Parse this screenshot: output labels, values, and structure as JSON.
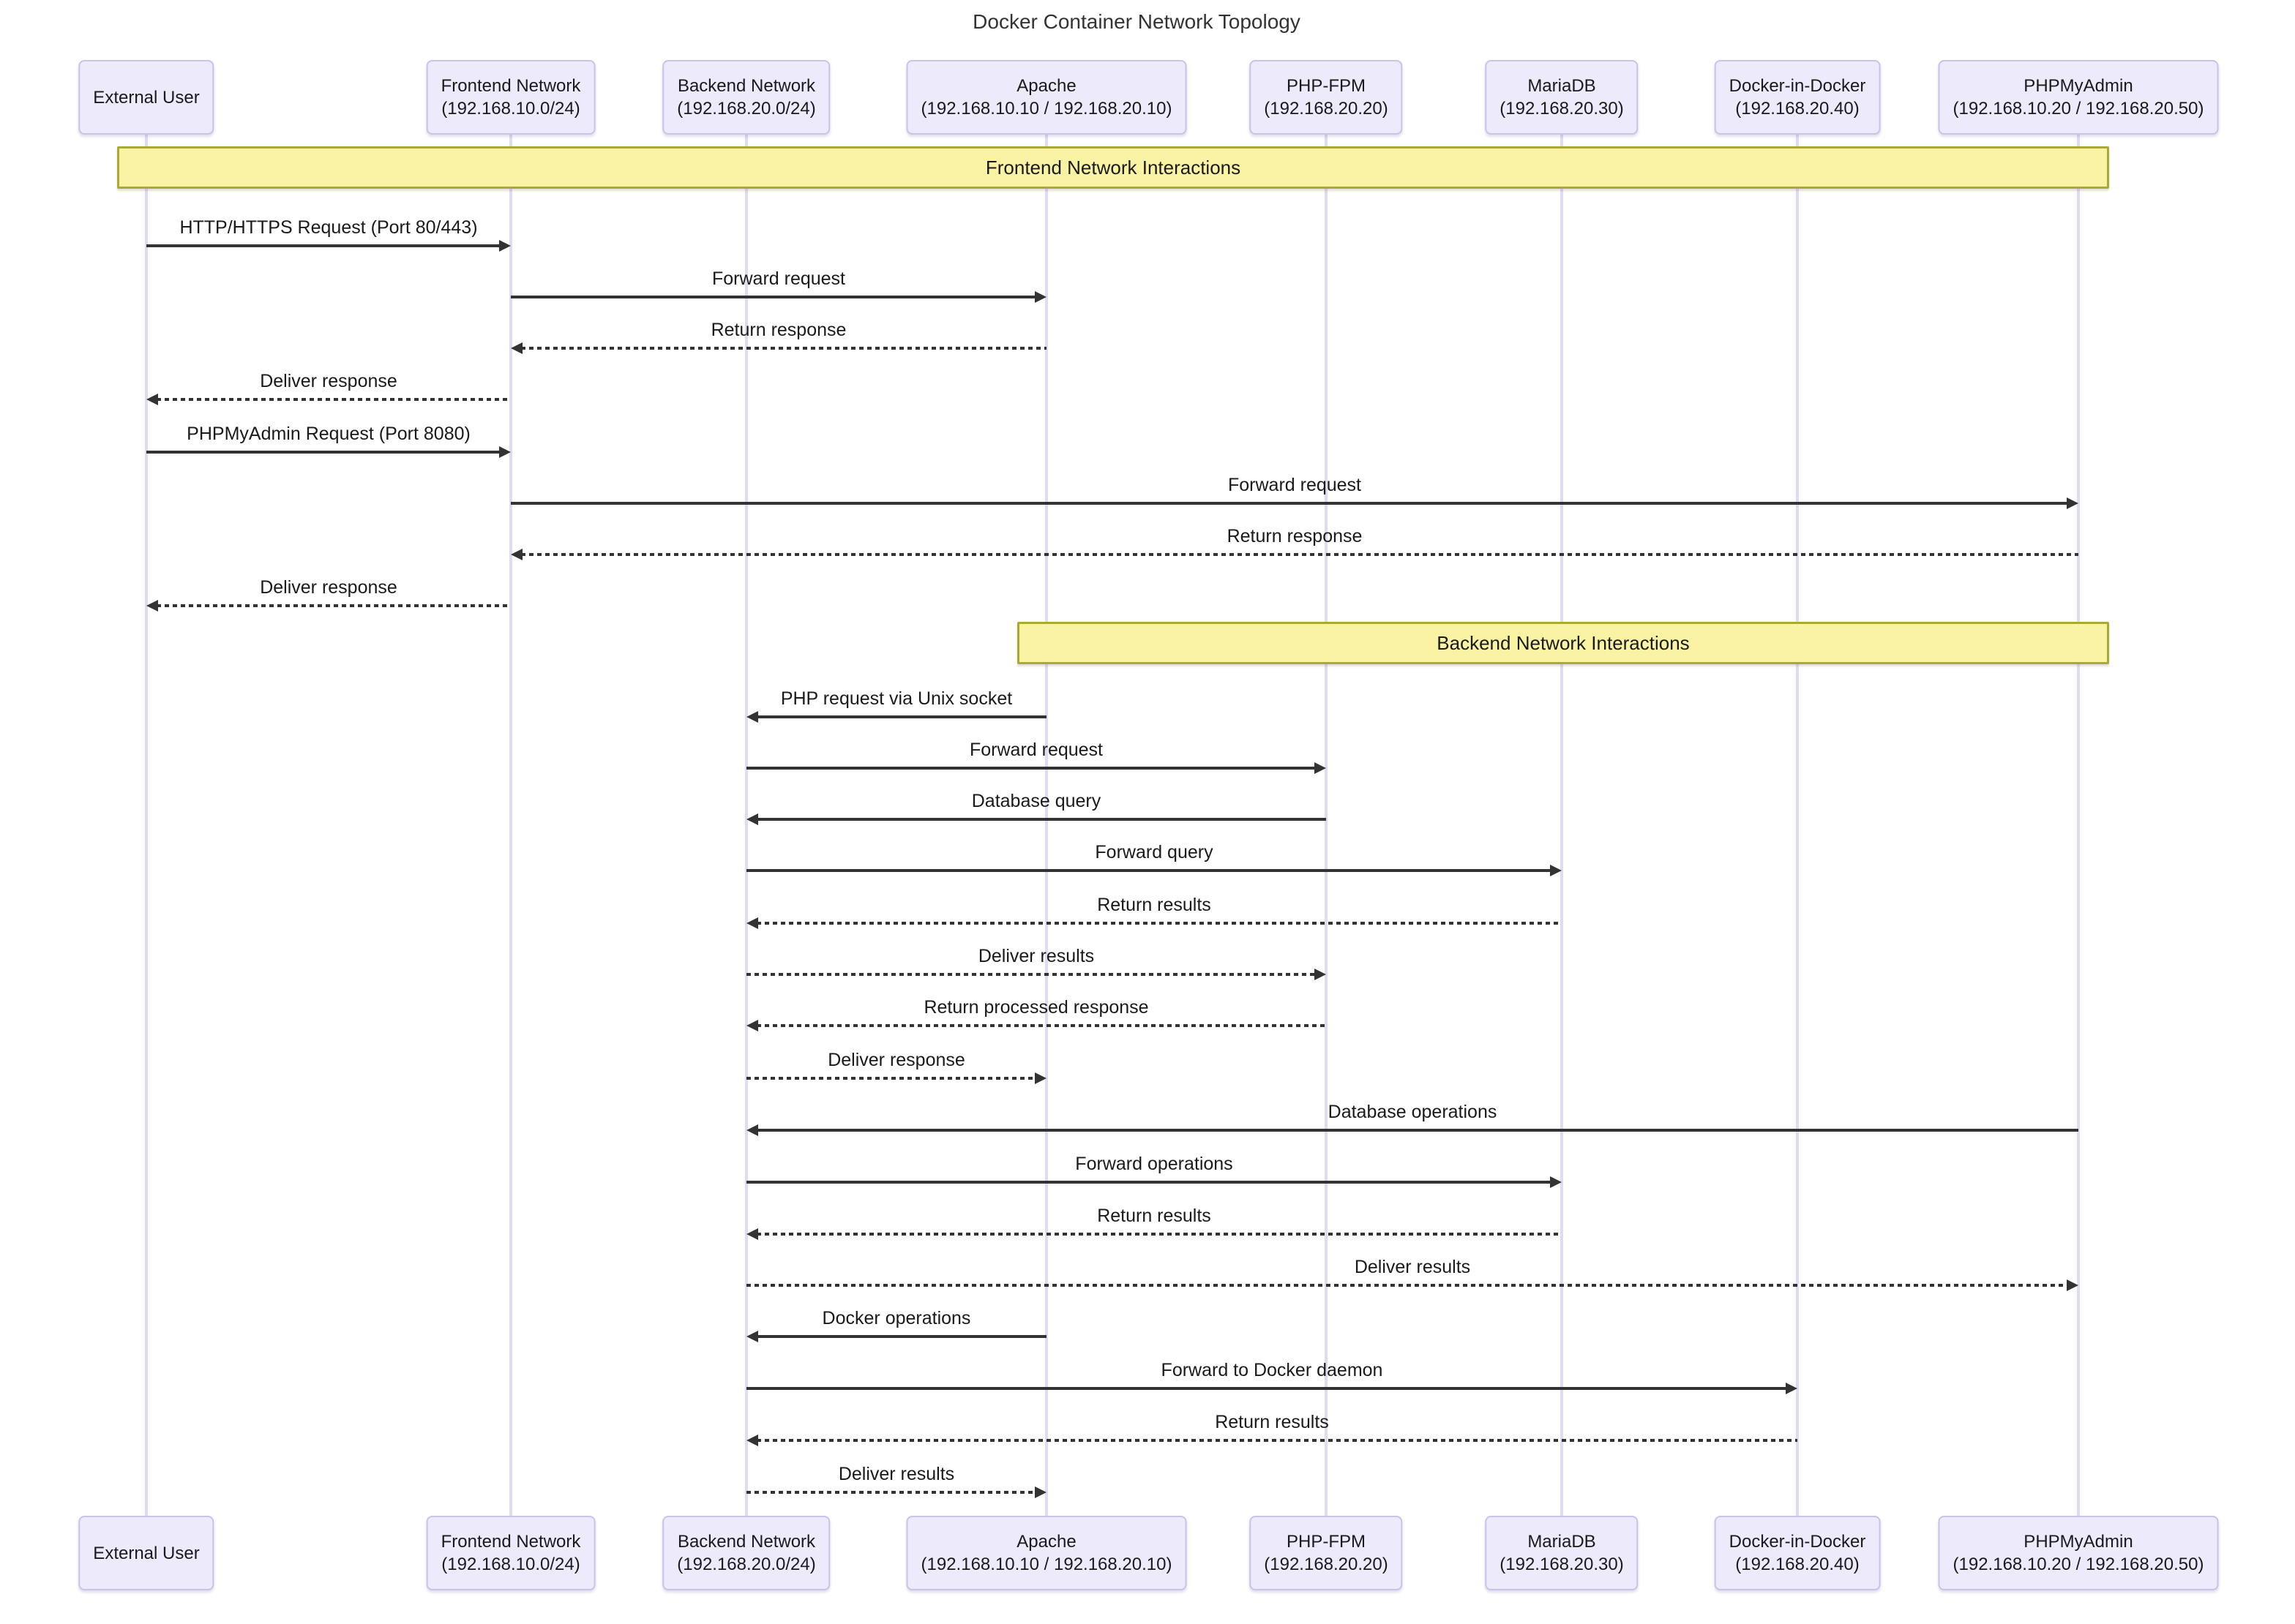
{
  "title": "Docker Container Network Topology",
  "colors": {
    "actor_fill": "#ECEAFB",
    "actor_border": "#C8C2EE",
    "note_fill": "#FBF3A4",
    "note_border": "#A9A936",
    "lifeline": "#E0DAF2",
    "arrow": "#333333",
    "text": "#1A1A1A",
    "title": "#333333"
  },
  "actors": [
    {
      "id": "external-user",
      "name": "External User",
      "subtitle": ""
    },
    {
      "id": "frontend-network",
      "name": "Frontend Network",
      "subtitle": "(192.168.10.0/24)"
    },
    {
      "id": "backend-network",
      "name": "Backend Network",
      "subtitle": "(192.168.20.0/24)"
    },
    {
      "id": "apache",
      "name": "Apache",
      "subtitle": "(192.168.10.10 / 192.168.20.10)"
    },
    {
      "id": "php-fpm",
      "name": "PHP-FPM",
      "subtitle": "(192.168.20.20)"
    },
    {
      "id": "mariadb",
      "name": "MariaDB",
      "subtitle": "(192.168.20.30)"
    },
    {
      "id": "docker-in-docker",
      "name": "Docker-in-Docker",
      "subtitle": "(192.168.20.40)"
    },
    {
      "id": "phpmyadmin",
      "name": "PHPMyAdmin",
      "subtitle": "(192.168.10.20 / 192.168.20.50)"
    }
  ],
  "notes": [
    {
      "label": "Frontend Network Interactions",
      "over": [
        0,
        7
      ]
    },
    {
      "label": "Backend Network Interactions",
      "over": [
        3,
        7
      ]
    }
  ],
  "messages": [
    {
      "from": 0,
      "to": 1,
      "line": "solid",
      "label": "HTTP/HTTPS Request (Port 80/443)"
    },
    {
      "from": 1,
      "to": 3,
      "line": "solid",
      "label": "Forward request"
    },
    {
      "from": 3,
      "to": 1,
      "line": "dotted",
      "label": "Return response"
    },
    {
      "from": 1,
      "to": 0,
      "line": "dotted",
      "label": "Deliver response"
    },
    {
      "from": 0,
      "to": 1,
      "line": "solid",
      "label": "PHPMyAdmin Request (Port 8080)"
    },
    {
      "from": 1,
      "to": 7,
      "line": "solid",
      "label": "Forward request"
    },
    {
      "from": 7,
      "to": 1,
      "line": "dotted",
      "label": "Return response"
    },
    {
      "from": 1,
      "to": 0,
      "line": "dotted",
      "label": "Deliver response"
    },
    {
      "from": 3,
      "to": 2,
      "line": "solid",
      "label": "PHP request via Unix socket"
    },
    {
      "from": 2,
      "to": 4,
      "line": "solid",
      "label": "Forward request"
    },
    {
      "from": 4,
      "to": 2,
      "line": "solid",
      "label": "Database query"
    },
    {
      "from": 2,
      "to": 5,
      "line": "solid",
      "label": "Forward query"
    },
    {
      "from": 5,
      "to": 2,
      "line": "dotted",
      "label": "Return results"
    },
    {
      "from": 2,
      "to": 4,
      "line": "dotted",
      "label": "Deliver results"
    },
    {
      "from": 4,
      "to": 2,
      "line": "dotted",
      "label": "Return processed response"
    },
    {
      "from": 2,
      "to": 3,
      "line": "dotted",
      "label": "Deliver response"
    },
    {
      "from": 7,
      "to": 2,
      "line": "solid",
      "label": "Database operations"
    },
    {
      "from": 2,
      "to": 5,
      "line": "solid",
      "label": "Forward operations"
    },
    {
      "from": 5,
      "to": 2,
      "line": "dotted",
      "label": "Return results"
    },
    {
      "from": 2,
      "to": 7,
      "line": "dotted",
      "label": "Deliver results"
    },
    {
      "from": 3,
      "to": 2,
      "line": "solid",
      "label": "Docker operations"
    },
    {
      "from": 2,
      "to": 6,
      "line": "solid",
      "label": "Forward to Docker daemon"
    },
    {
      "from": 6,
      "to": 2,
      "line": "dotted",
      "label": "Return results"
    },
    {
      "from": 2,
      "to": 3,
      "line": "dotted",
      "label": "Deliver results"
    }
  ]
}
